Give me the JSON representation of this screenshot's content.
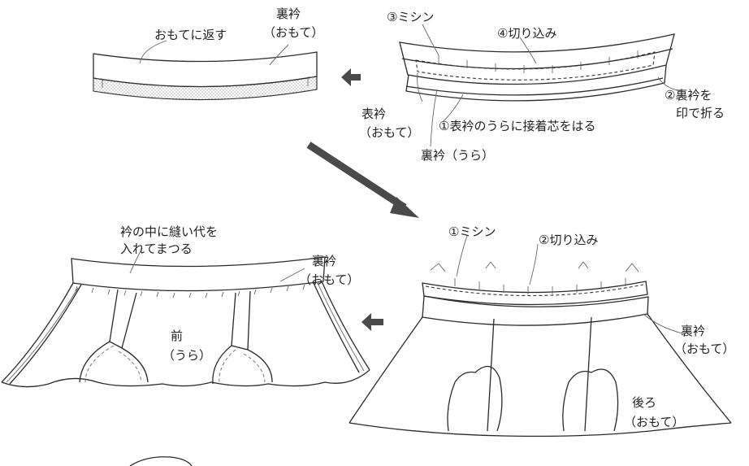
{
  "colors": {
    "line": "#2a2a2a",
    "arrow": "#4a4a4a",
    "background": "#ffffff"
  },
  "panel1": {
    "label_turn": "おもてに返す",
    "label_under_collar": "裏衿",
    "label_under_collar_side": "（おもて）"
  },
  "panel2": {
    "step3": "③ミシン",
    "step4": "④切り込み",
    "step2_line1": "②裏衿を",
    "step2_line2": "印で折る",
    "top_collar": "表衿",
    "top_collar_side": "（おもて）",
    "step1": "①表衿のうらに接着芯をはる",
    "under_collar_wrong": "裏衿（うら）"
  },
  "panel3": {
    "step1": "①ミシン",
    "step2": "②切り込み",
    "under_collar": "裏衿",
    "under_collar_side": "（おもて）",
    "back": "後ろ",
    "back_side": "（おもて）"
  },
  "panel4": {
    "note_line1": "衿の中に縫い代を",
    "note_line2": "入れてまつる",
    "under_collar": "裏衿",
    "under_collar_side": "（おもて）",
    "front": "前",
    "front_side": "（うら）"
  }
}
